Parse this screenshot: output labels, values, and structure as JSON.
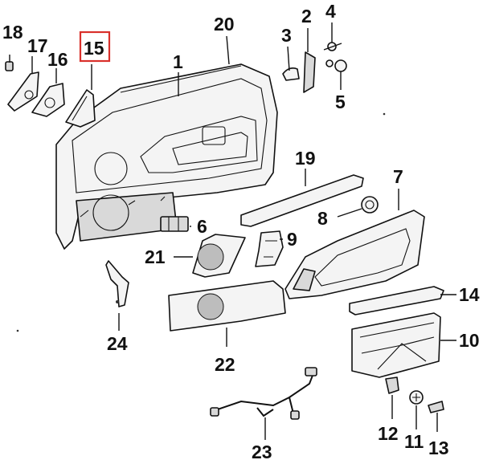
{
  "callouts": [
    {
      "id": "1",
      "text": "1"
    },
    {
      "id": "2",
      "text": "2"
    },
    {
      "id": "3",
      "text": "3"
    },
    {
      "id": "4",
      "text": "4"
    },
    {
      "id": "5",
      "text": "5"
    },
    {
      "id": "6",
      "text": "6"
    },
    {
      "id": "7",
      "text": "7"
    },
    {
      "id": "8",
      "text": "8"
    },
    {
      "id": "9",
      "text": "9"
    },
    {
      "id": "10",
      "text": "10"
    },
    {
      "id": "11",
      "text": "11"
    },
    {
      "id": "12",
      "text": "12"
    },
    {
      "id": "13",
      "text": "13"
    },
    {
      "id": "14",
      "text": "14"
    },
    {
      "id": "15",
      "text": "15"
    },
    {
      "id": "16",
      "text": "16"
    },
    {
      "id": "17",
      "text": "17"
    },
    {
      "id": "18",
      "text": "18"
    },
    {
      "id": "19",
      "text": "19"
    },
    {
      "id": "20",
      "text": "20"
    },
    {
      "id": "21",
      "text": "21"
    },
    {
      "id": "22",
      "text": "22"
    },
    {
      "id": "23",
      "text": "23"
    },
    {
      "id": "24",
      "text": "24"
    }
  ],
  "highlighted": "15",
  "colors": {
    "highlight": "#d9302b",
    "ink": "#111111"
  }
}
